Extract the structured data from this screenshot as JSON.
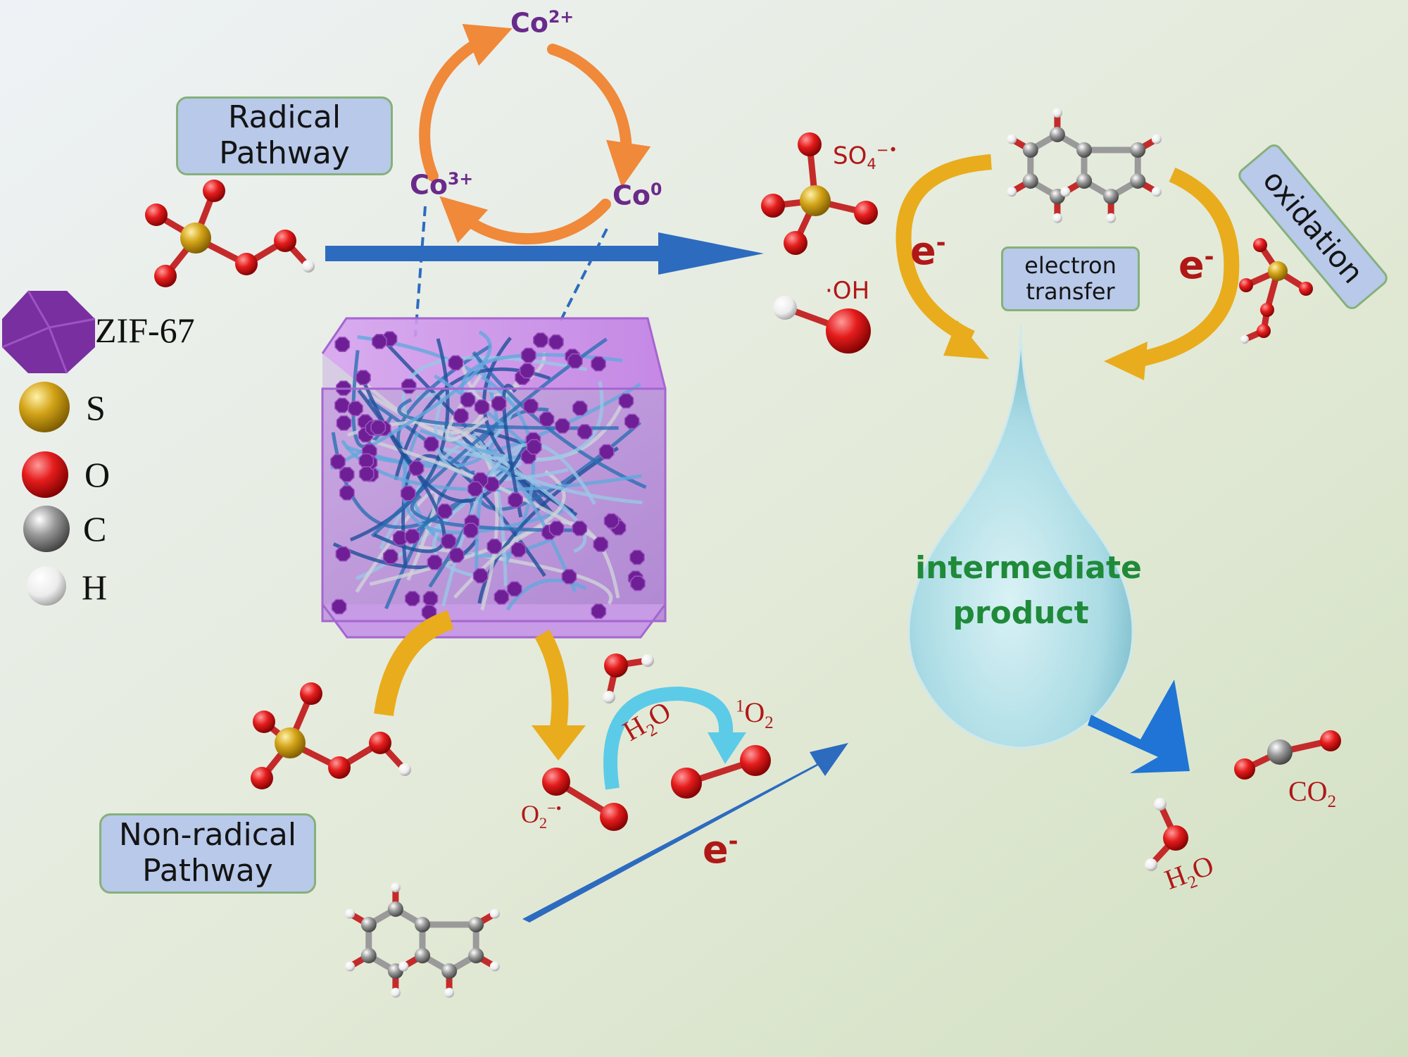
{
  "legend": {
    "zif": "ZIF-67",
    "s": "S",
    "o": "O",
    "c": "C",
    "h": "H"
  },
  "boxes": {
    "radical": [
      "Radical",
      "Pathway"
    ],
    "nonradical": [
      "Non-radical",
      "Pathway"
    ],
    "electron_transfer": [
      "electron",
      "transfer"
    ],
    "oxidation": "oxidation"
  },
  "cobalt_cycle": {
    "co2": {
      "base": "Co",
      "sup": "2+"
    },
    "co3": {
      "base": "Co",
      "sup": "3+"
    },
    "co0": {
      "base": "Co",
      "sup": "0"
    }
  },
  "species": {
    "so4_radical": {
      "base": "SO",
      "sub": "4",
      "sup": "−•"
    },
    "oh_radical": "·OH",
    "o2_radical": {
      "base": "O",
      "sub": "2",
      "sup": "−•"
    },
    "singlet_o2": {
      "pre": "1",
      "base": "O",
      "sub": "2"
    },
    "h2o_cycle": {
      "base": "H",
      "sub": "2",
      "post": "O"
    },
    "co2_product": {
      "base": "CO",
      "sub": "2"
    },
    "h2o_product": {
      "base": "H",
      "sub": "2",
      "post": "O"
    },
    "electron": "e",
    "electron_sup": "-"
  },
  "droplet": [
    "intermediate",
    "product"
  ],
  "colors": {
    "background_top": "#e9eef4",
    "background_bottom": "#d5e2c8",
    "box_fill": "#b8c9ea",
    "box_border": "#86b07a",
    "blue_arrow": "#2d6bbf",
    "orange_cycle": "#f0893a",
    "yellow_arrow": "#e9ac1c",
    "cyan_arrow": "#5ccbe8",
    "cobalt_text": "#6a2a8a",
    "red_text": "#b01818",
    "green_text": "#1f8a3a",
    "zif_purple": "#7a2fa0",
    "sulfur": "#d3a418",
    "oxygen": "#e51c1c",
    "carbon": "#8c8c8c",
    "hydrogen": "#f4f4f4"
  }
}
